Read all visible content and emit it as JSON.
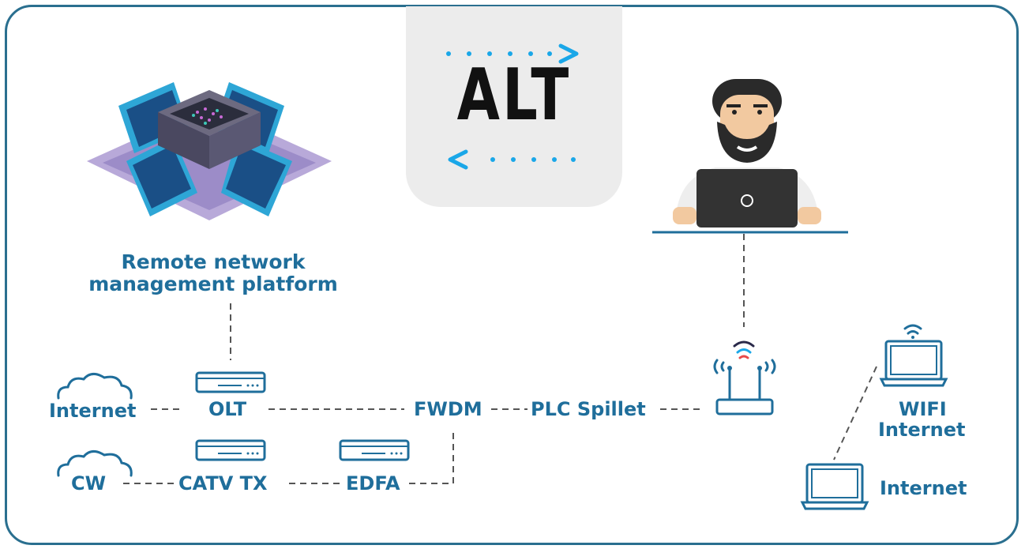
{
  "logo": {
    "text": "ALT"
  },
  "platform_title": {
    "line1": "Remote network",
    "line2": "management platform"
  },
  "nodes": {
    "internet_left": "Internet",
    "olt": "OLT",
    "fwdm": "FWDM",
    "plc_splitter": "PLC Spillet",
    "cw": "CW",
    "catv_tx": "CATV TX",
    "edfa": "EDFA",
    "wifi_internet_1": "WIFI",
    "wifi_internet_2": "Internet",
    "internet_right": "Internet"
  },
  "colors": {
    "frame": "#2a6f8f",
    "label": "#1f6e9b",
    "icon_stroke": "#1f6e9b",
    "line": "#555555",
    "logo_card": "#ececec",
    "logo_accent": "#1aa7e8"
  },
  "icons": [
    "server-cluster-icon",
    "user-laptop-icon",
    "router-icon",
    "wifi-icon",
    "cloud-icon",
    "laptop-icon"
  ]
}
